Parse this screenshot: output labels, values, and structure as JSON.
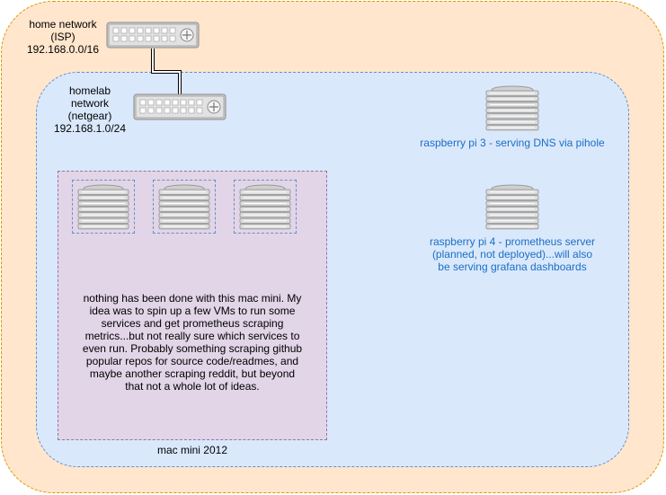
{
  "zones": {
    "home": {
      "label_lines": [
        "home network",
        "(ISP)",
        "192.168.0.0/16"
      ],
      "fill": "#ffe6cc",
      "stroke": "#d79b00"
    },
    "homelab": {
      "label_lines": [
        "homelab",
        "network",
        "(netgear)",
        "192.168.1.0/24"
      ],
      "fill": "#dae8fc",
      "stroke": "#6c8ebf"
    },
    "mac_mini": {
      "label": "mac mini 2012",
      "fill": "#e1d5e7",
      "stroke": "#9673a6",
      "notes_lines": [
        "nothing has been done with this mac mini. My",
        "idea was to spin up a few VMs to run some",
        "services and get prometheus scraping",
        "metrics...but not really sure which services to",
        "even run. Probably something scraping github",
        "popular repos for source code/readmes, and",
        "maybe another scraping reddit, but beyond",
        "that not a whole lot of ideas."
      ]
    }
  },
  "devices": {
    "isp_router": {
      "icon": "network-switch-icon"
    },
    "netgear_switch": {
      "icon": "network-switch-icon"
    },
    "vms": [
      {
        "icon": "server-icon"
      },
      {
        "icon": "server-icon"
      },
      {
        "icon": "server-icon"
      }
    ],
    "pi3": {
      "icon": "server-icon",
      "label_lines": [
        "raspberry pi 3 - serving DNS via pihole"
      ]
    },
    "pi4": {
      "icon": "server-icon",
      "label_lines": [
        "raspberry pi 4 - prometheus server",
        "(planned, not deployed)...will also",
        "be serving grafana dashboards"
      ]
    }
  },
  "colors": {
    "pi_label": "#1a6fc4",
    "device_gray": "#c8c8c8"
  }
}
